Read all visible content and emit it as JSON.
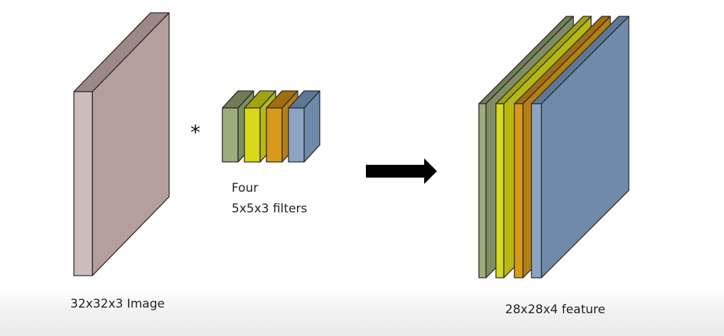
{
  "input_label": "32x32x3 Image",
  "operator_symbol": "*",
  "filters_label_line1": "Four",
  "filters_label_line2": "5x5x3 filters",
  "output_label": "28x28x4 feature",
  "colors": {
    "image_front": "#ccbcba",
    "image_side": "#b49f9d",
    "image_top": "#9c8886",
    "green_front": "#9bac7d",
    "green_side": "#7e8e62",
    "green_top": "#6e7d55",
    "yellow_front": "#d8d81d",
    "yellow_side": "#b8b814",
    "yellow_top": "#a3a310",
    "orange_front": "#d99a1c",
    "orange_side": "#b67f12",
    "orange_top": "#9f6e10",
    "blue_front": "#8ba4c3",
    "blue_side": "#6f8aab",
    "blue_top": "#5d7896",
    "outline": "#2b2b2b",
    "arrow": "#000000"
  }
}
